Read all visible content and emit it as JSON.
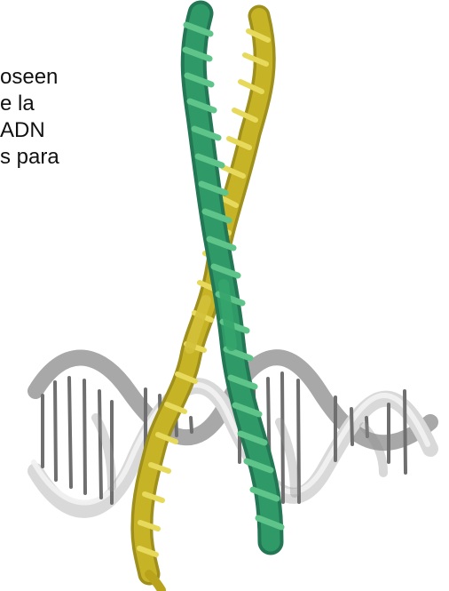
{
  "text": {
    "lines": [
      "oseen",
      "e la",
      "ADN",
      "s para"
    ]
  },
  "colors": {
    "background": "#ffffff",
    "text": "#111111",
    "helix_green": "#2f9a67",
    "helix_green_light": "#5ec489",
    "helix_yellow": "#c7b426",
    "helix_yellow_light": "#e7d95c",
    "dna_backbone": "#a8a8a8",
    "dna_backbone_light": "#e4e4e4",
    "dna_bases": "#6f6f6f"
  }
}
